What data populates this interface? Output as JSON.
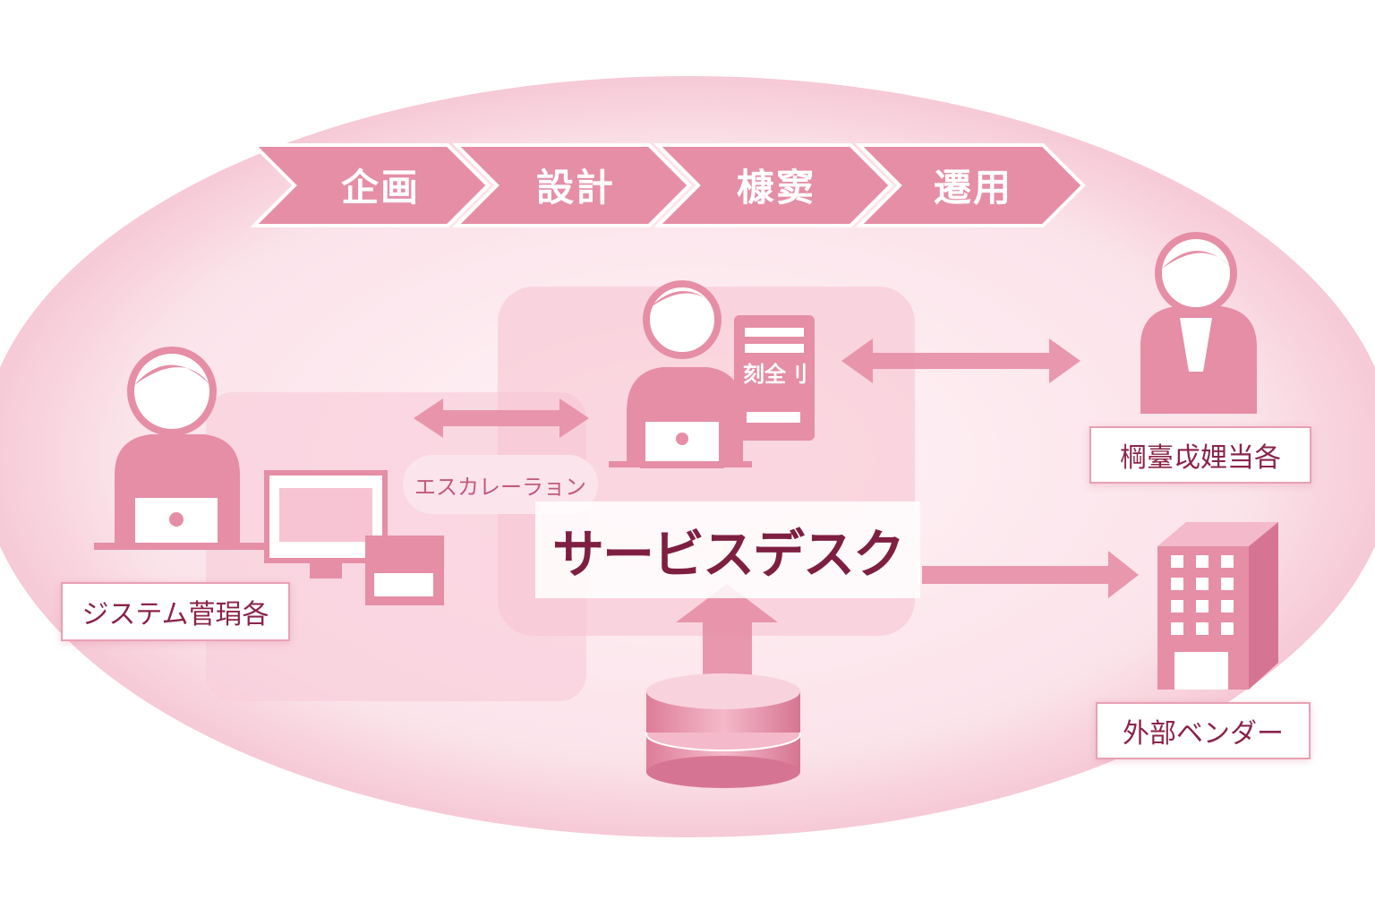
{
  "process_steps": [
    {
      "label": "企画"
    },
    {
      "label": "設計"
    },
    {
      "label": "槺窦"
    },
    {
      "label": "遷用"
    }
  ],
  "service_desk": {
    "title": "サービスデスク",
    "document_label": "刻全刂"
  },
  "escalation": {
    "label": "エスカレーラョン"
  },
  "actors": {
    "system_admin": "ジステム菅琄各",
    "business_user": "棡臺戉娌当各",
    "external_vendor": "外部ベンダー"
  },
  "colors": {
    "primary": "#e58ea6",
    "text": "#8a2447",
    "background": "#fbe3ea"
  }
}
